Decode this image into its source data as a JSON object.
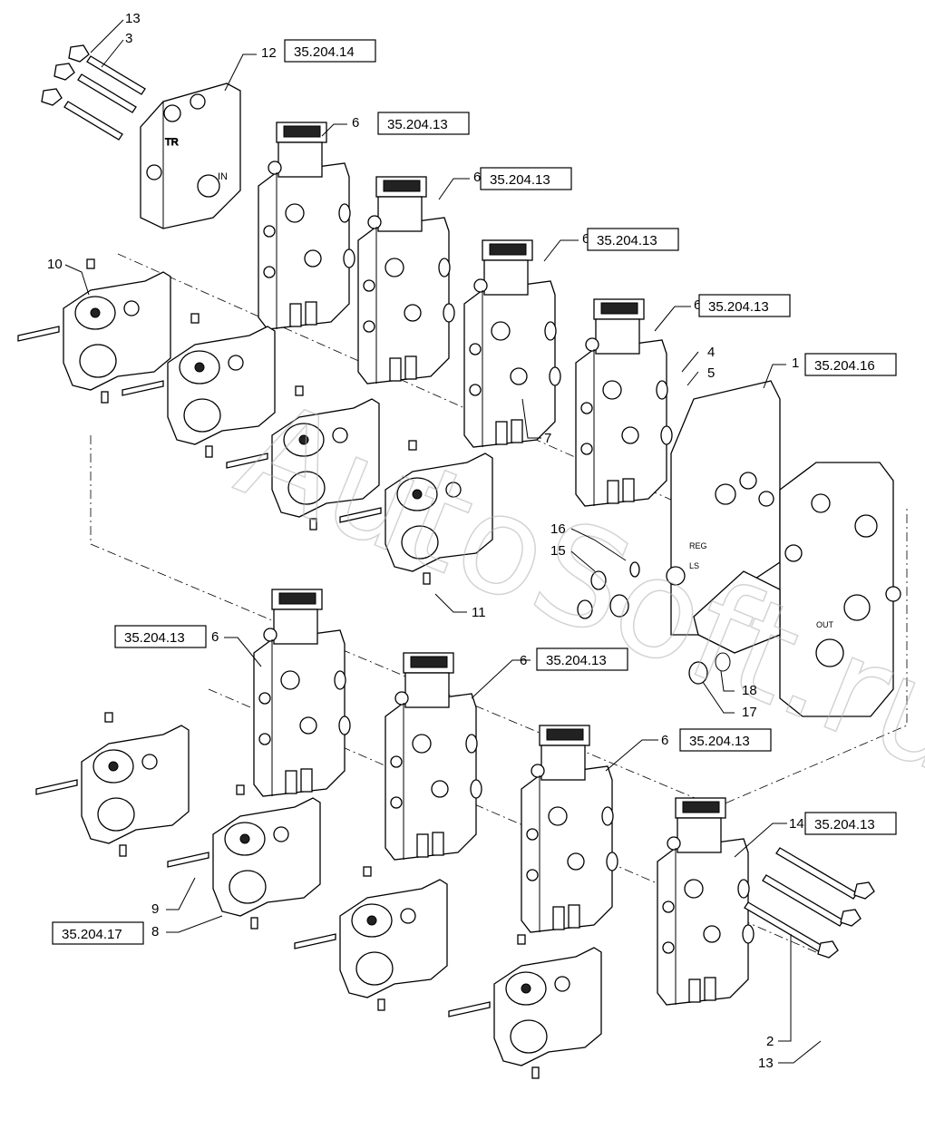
{
  "watermark": "AutoSoft.ru",
  "callouts": {
    "c13_top": "13",
    "c3": "3",
    "c12": "12",
    "c6_a": "6",
    "c6_b": "6",
    "c6_c": "6",
    "c6_d": "6",
    "c10": "10",
    "c1": "1",
    "c4": "4",
    "c5": "5",
    "c7": "7",
    "c16": "16",
    "c15": "15",
    "c11": "11",
    "c6_e": "6",
    "c6_f": "6",
    "c18": "18",
    "c17": "17",
    "c6_g": "6",
    "c14": "14",
    "c9": "9",
    "c8": "8",
    "c2": "2",
    "c13_bottom": "13"
  },
  "refs": {
    "r12": "35.204.14",
    "r6_a": "35.204.13",
    "r6_b": "35.204.13",
    "r6_c": "35.204.13",
    "r6_d": "35.204.13",
    "r1": "35.204.16",
    "r6_e": "35.204.13",
    "r6_f": "35.204.13",
    "r6_g": "35.204.13",
    "r14": "35.204.13",
    "r8": "35.204.17"
  },
  "part_labels": {
    "inlet_top": "TR",
    "inlet_side": "IN",
    "end_reg": "REG",
    "end_ls": "LS",
    "end_out": "OUT"
  }
}
